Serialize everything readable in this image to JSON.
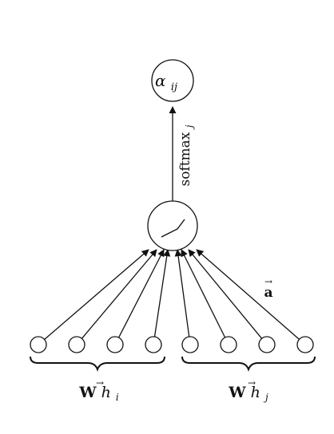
{
  "output_node": {
    "symbol": "α",
    "subscript": "ij"
  },
  "softmax_label": {
    "text": "softmax",
    "subscript": "j"
  },
  "activation_node": {
    "icon": "leaky-relu-icon"
  },
  "attention_vector": {
    "symbol": "a",
    "arrow": "→"
  },
  "input_groups": [
    {
      "weight": "W",
      "arrow": "→",
      "symbol": "h",
      "subscript": "i",
      "node_count": 4
    },
    {
      "weight": "W",
      "arrow": "→",
      "symbol": "h",
      "subscript": "j",
      "node_count": 4
    }
  ],
  "colors": {
    "stroke": "#111111",
    "background": "#ffffff"
  }
}
